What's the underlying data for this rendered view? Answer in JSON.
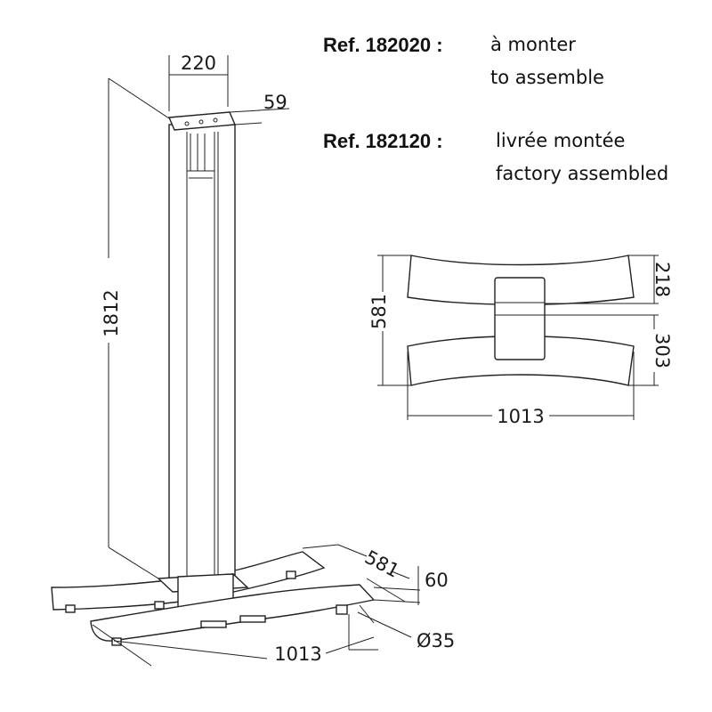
{
  "refs": [
    {
      "code": "Ref. 182020 :",
      "fr": "à monter",
      "en": "to assemble"
    },
    {
      "code": "Ref. 182120 :",
      "fr": "livrée montée",
      "en": "factory assembled"
    }
  ],
  "dims": {
    "column_width": "220",
    "column_depth": "59",
    "height": "1812",
    "base_depth": "581",
    "base_height": "60",
    "base_width": "1013",
    "wheel_diameter": "Ø35",
    "top_depth": "581",
    "top_foot_depth": "218",
    "top_spacing": "303",
    "top_width": "1013"
  }
}
